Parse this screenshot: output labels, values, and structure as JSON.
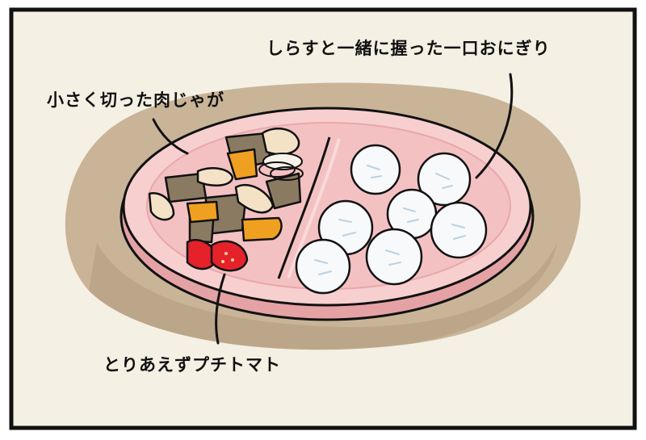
{
  "labels": {
    "onigiri": "しらすと一緒に握った一口おにぎり",
    "nikujaga": "小さく切った肉じゃが",
    "tomato": "とりあえずプチトマト"
  },
  "colors": {
    "background": "#f5f0e4",
    "placemat": "#c9b498",
    "placemat_shadow": "#b6a083",
    "plate": "#f2b7b9",
    "plate_rim": "#f7cfcf",
    "plate_inner": "#f4c1c2",
    "plate_shadow": "#e5a2a5",
    "outline": "#111111",
    "rice": "#f7f9fb",
    "shirasu": "#b9d2e4",
    "potato": "#f3e2c6",
    "carrot": "#f0a020",
    "meat": "#8a7a62",
    "tomato": "#e5222a"
  }
}
